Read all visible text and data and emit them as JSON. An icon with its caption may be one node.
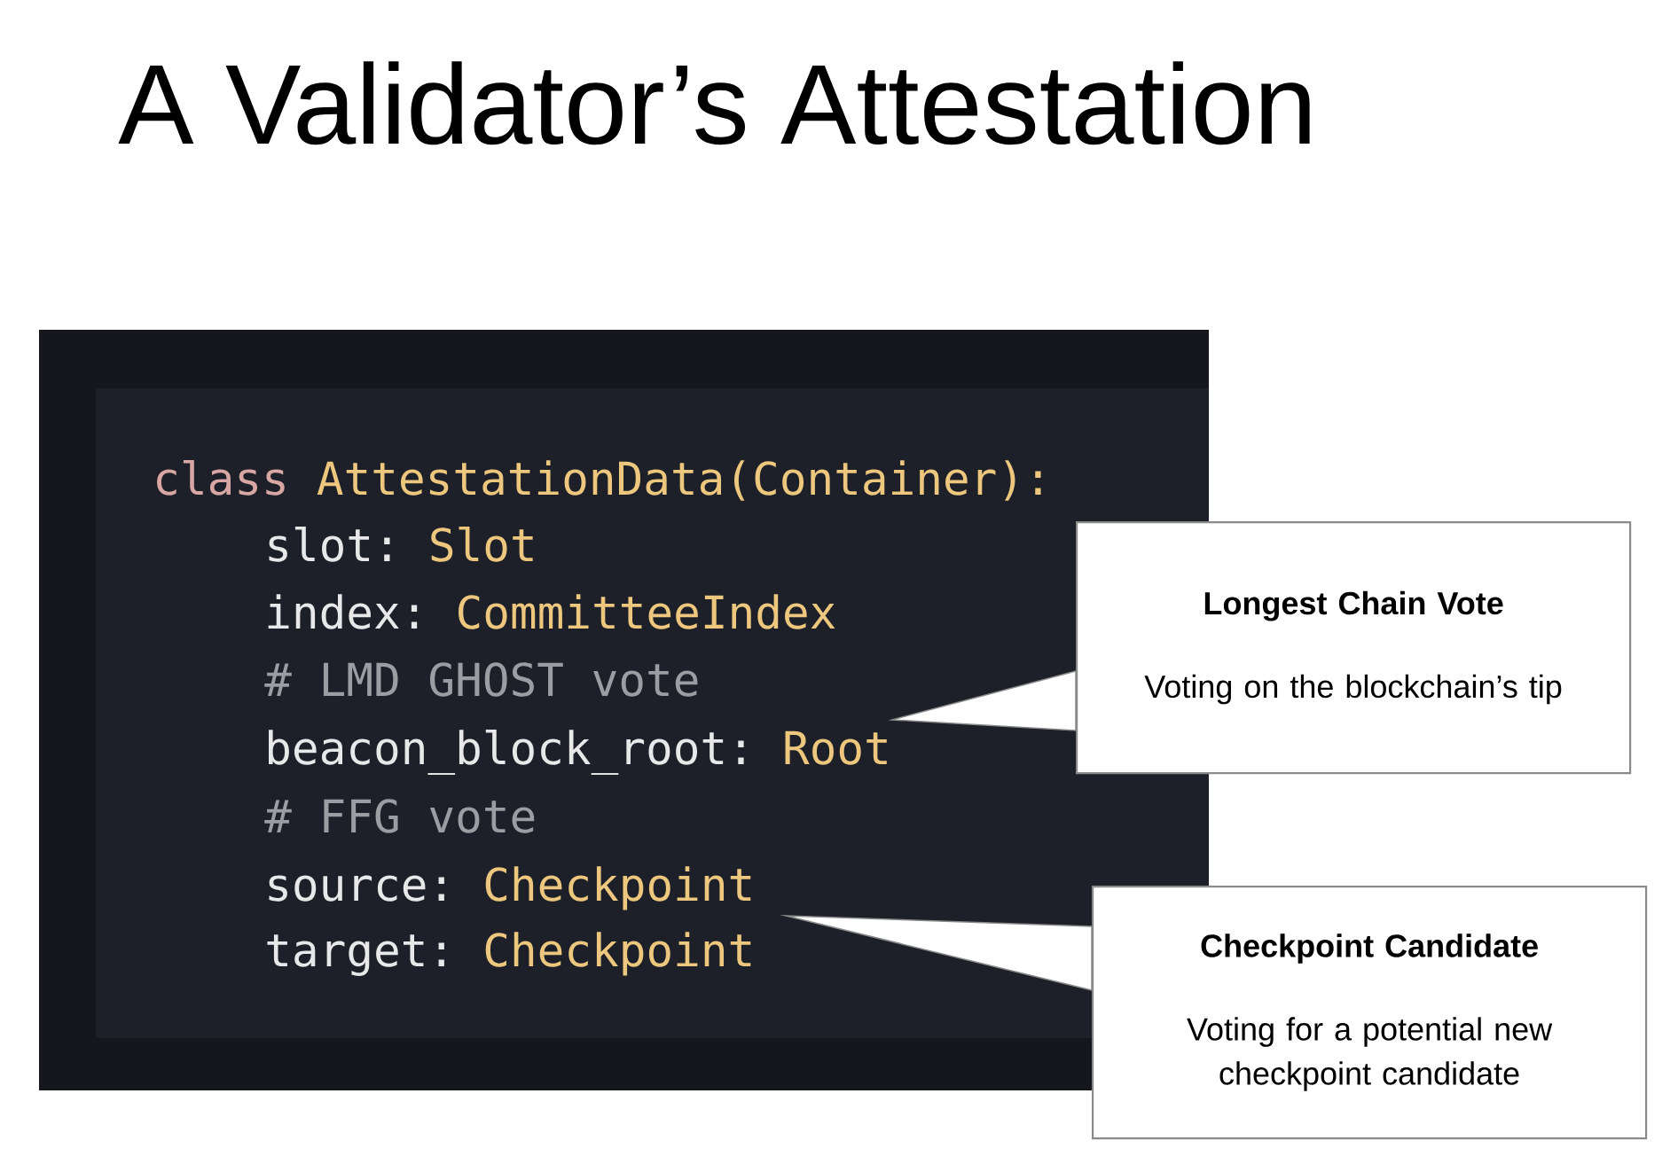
{
  "diagram": {
    "title": "A Validator’s Attestation",
    "nodes": [
      {
        "text": [
          "Longest Chain Vote",
          "Voting on the blockchain’s tip"
        ]
      },
      {
        "text": [
          "Checkpoint Candidate",
          "Voting for a potential new checkpoint candidate"
        ]
      }
    ],
    "edges": [
      {
        "from": 0,
        "to": null,
        "arrow": "to"
      },
      {
        "from": 1,
        "to": null,
        "arrow": "to"
      }
    ],
    "labels": [
      "class",
      "AttestationData(Container):",
      "slot:",
      "Slot",
      "index:",
      "CommitteeIndex",
      "# LMD GHOST vote",
      "beacon_block_root:",
      "Root",
      "# FFG vote",
      "source:",
      "Checkpoint",
      "target:",
      "Checkpoint"
    ]
  }
}
